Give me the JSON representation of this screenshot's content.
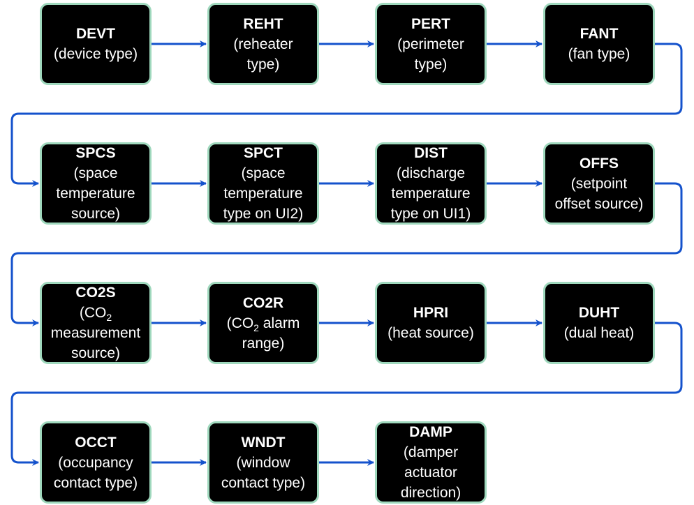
{
  "colors": {
    "node_fill": "#000000",
    "node_border": "#9fd8bd",
    "node_text": "#ffffff",
    "connector": "#1452cc"
  },
  "nodes": [
    {
      "code": "DEVT",
      "desc": "(device type)"
    },
    {
      "code": "REHT",
      "desc": "(reheater\ntype)"
    },
    {
      "code": "PERT",
      "desc": "(perimeter\ntype)"
    },
    {
      "code": "FANT",
      "desc": "(fan type)"
    },
    {
      "code": "SPCS",
      "desc": "(space\ntemperature\nsource)"
    },
    {
      "code": "SPCT",
      "desc": "(space\ntemperature\ntype on UI2)"
    },
    {
      "code": "DIST",
      "desc": "(discharge\ntemperature\ntype on UI1)"
    },
    {
      "code": "OFFS",
      "desc": "(setpoint\noffset source)"
    },
    {
      "code": "CO2S",
      "desc_parts": [
        "(CO",
        "2",
        "\nmeasurement\nsource)"
      ]
    },
    {
      "code": "CO2R",
      "desc_parts": [
        "(CO",
        "2",
        " alarm\nrange)"
      ]
    },
    {
      "code": "HPRI",
      "desc": "(heat source)"
    },
    {
      "code": "DUHT",
      "desc": "(dual heat)"
    },
    {
      "code": "OCCT",
      "desc": "(occupancy\ncontact type)"
    },
    {
      "code": "WNDT",
      "desc": "(window\ncontact type)"
    },
    {
      "code": "DAMP",
      "desc": "(damper\nactuator\ndirection)"
    }
  ]
}
